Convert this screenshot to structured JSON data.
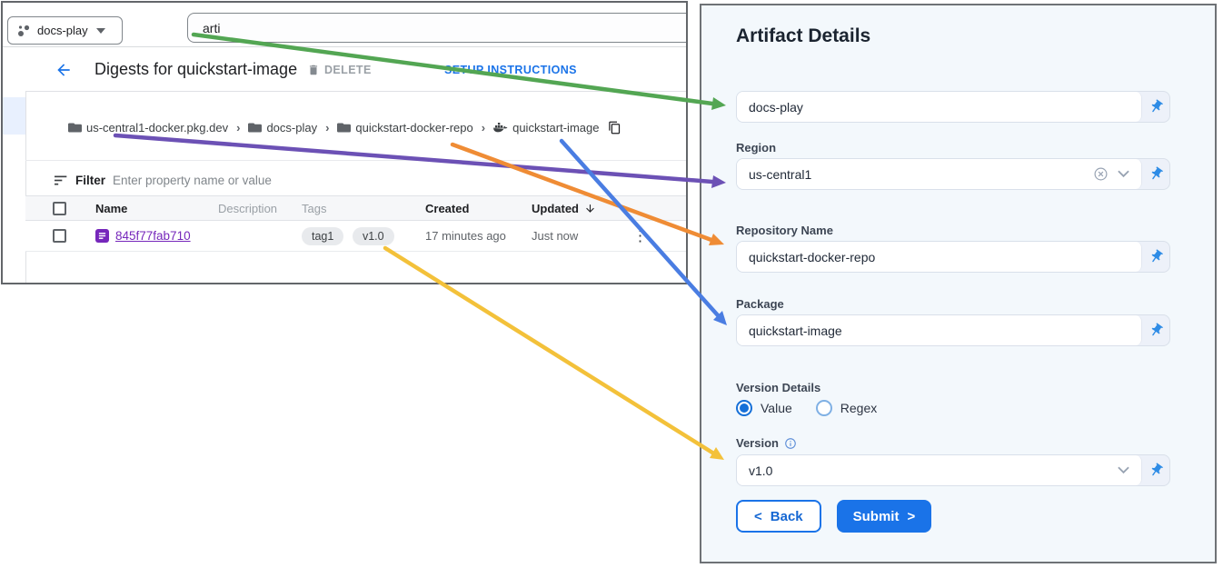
{
  "console": {
    "project_selector": {
      "label": "docs-play"
    },
    "search_value": "arti",
    "title": "Digests for quickstart-image",
    "actions": {
      "delete": "DELETE",
      "setup": "SETUP INSTRUCTIONS"
    },
    "breadcrumb": {
      "separator": "›",
      "items": [
        {
          "label": "us-central1-docker.pkg.dev"
        },
        {
          "label": "docs-play"
        },
        {
          "label": "quickstart-docker-repo"
        },
        {
          "label": "quickstart-image"
        }
      ]
    },
    "filter": {
      "label": "Filter",
      "placeholder": "Enter property name or value"
    },
    "table": {
      "columns": {
        "name": "Name",
        "description": "Description",
        "tags": "Tags",
        "created": "Created",
        "updated": "Updated"
      },
      "row": {
        "name": "845f77fab710",
        "tags": [
          "tag1",
          "v1.0"
        ],
        "created": "17 minutes ago",
        "updated": "Just now"
      }
    }
  },
  "form": {
    "title": "Artifact Details",
    "project_value": "docs-play",
    "region": {
      "label": "Region",
      "value": "us-central1"
    },
    "repository": {
      "label": "Repository Name",
      "value": "quickstart-docker-repo"
    },
    "package": {
      "label": "Package",
      "value": "quickstart-image"
    },
    "version_details": {
      "label": "Version Details",
      "option_value": "Value",
      "option_regex": "Regex",
      "selected": "Value"
    },
    "version": {
      "label": "Version",
      "value": "v1.0"
    },
    "buttons": {
      "back_chevron": "<",
      "back": "Back",
      "submit": "Submit",
      "submit_chevron": ">"
    }
  },
  "colors": {
    "accent_blue": "#1a73e8",
    "pin_blue": "#2e8ce6",
    "link_purple": "#7627bb"
  },
  "arrows": [
    {
      "name": "project-arrow",
      "color": "#53a653"
    },
    {
      "name": "region-arrow",
      "color": "#6c51b5"
    },
    {
      "name": "repository-arrow",
      "color": "#ef8c35"
    },
    {
      "name": "package-arrow",
      "color": "#4a7de2"
    },
    {
      "name": "version-arrow",
      "color": "#f3c13a"
    }
  ]
}
